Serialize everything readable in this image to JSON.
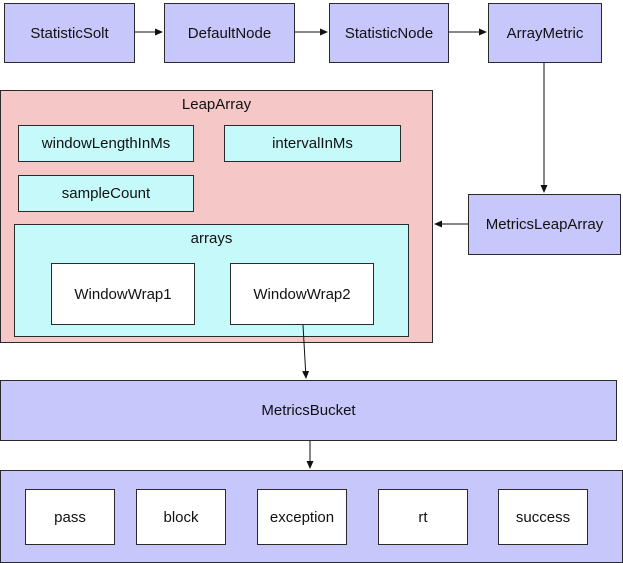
{
  "nodes": {
    "statistic_solt": "StatisticSolt",
    "default_node": "DefaultNode",
    "statistic_node": "StatisticNode",
    "array_metric": "ArrayMetric",
    "metrics_leap_array": "MetricsLeapArray",
    "metrics_bucket": "MetricsBucket"
  },
  "leap_array": {
    "title": "LeapArray",
    "window_length": "windowLengthInMs",
    "interval": "intervalInMs",
    "sample_count": "sampleCount",
    "arrays": {
      "title": "arrays",
      "wrap1": "WindowWrap1",
      "wrap2": "WindowWrap2"
    }
  },
  "bucket_fields": [
    "pass",
    "block",
    "exception",
    "rt",
    "success"
  ],
  "colors": {
    "node_fill": "#c7c7fb",
    "container_fill": "#f6c7c7",
    "field_fill": "#c6fafa",
    "inner_fill": "#ffffff"
  }
}
